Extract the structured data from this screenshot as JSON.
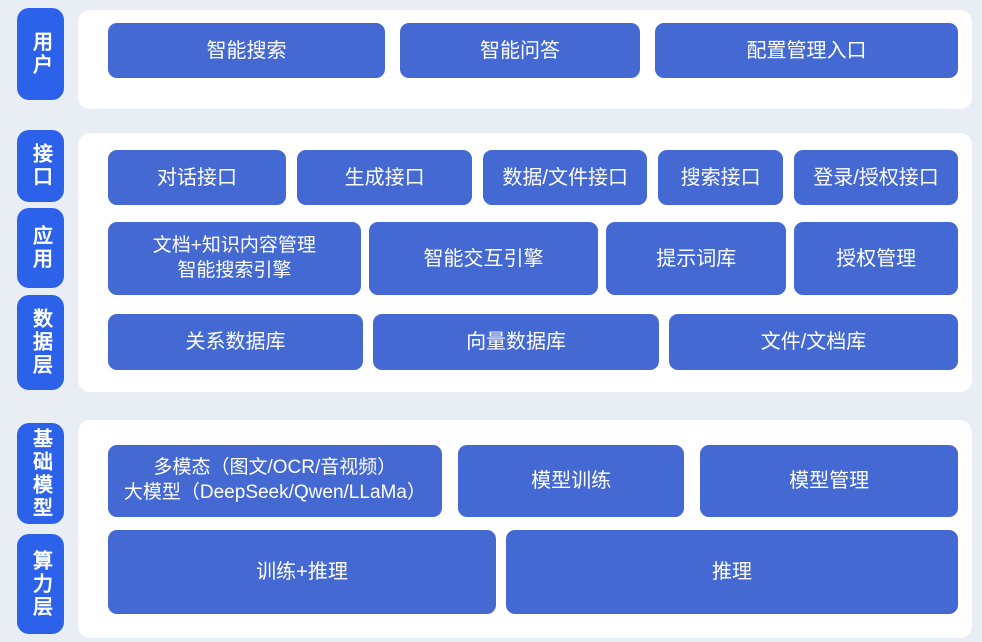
{
  "colors": {
    "background": "#e9edf4",
    "panel": "#ffffff",
    "pill": "#2c62ea",
    "block": "#4569d3",
    "text": "#ffffff"
  },
  "pills": {
    "user": "用户",
    "interface": "接口",
    "application": "应用",
    "data_layer": "数据层",
    "foundation_model": "基础模型",
    "compute_layer": "算力层"
  },
  "blocks": {
    "smart_search": "智能搜索",
    "smart_qa": "智能问答",
    "config_entry": "配置管理入口",
    "dialog_api": "对话接口",
    "generation_api": "生成接口",
    "data_file_api": "数据/文件接口",
    "search_api": "搜索接口",
    "login_auth_api": "登录/授权接口",
    "doc_knowledge_engine": "文档+知识内容管理\n智能搜索引擎",
    "interaction_engine": "智能交互引擎",
    "prompt_library": "提示词库",
    "auth_management": "授权管理",
    "relational_db": "关系数据库",
    "vector_db": "向量数据库",
    "file_doc_store": "文件/文档库",
    "multimodal_llm": "多模态（图文/OCR/音视频）\n大模型（DeepSeek/Qwen/LLaMa）",
    "model_training": "模型训练",
    "model_management": "模型管理",
    "training_inference": "训练+推理",
    "inference": "推理"
  }
}
